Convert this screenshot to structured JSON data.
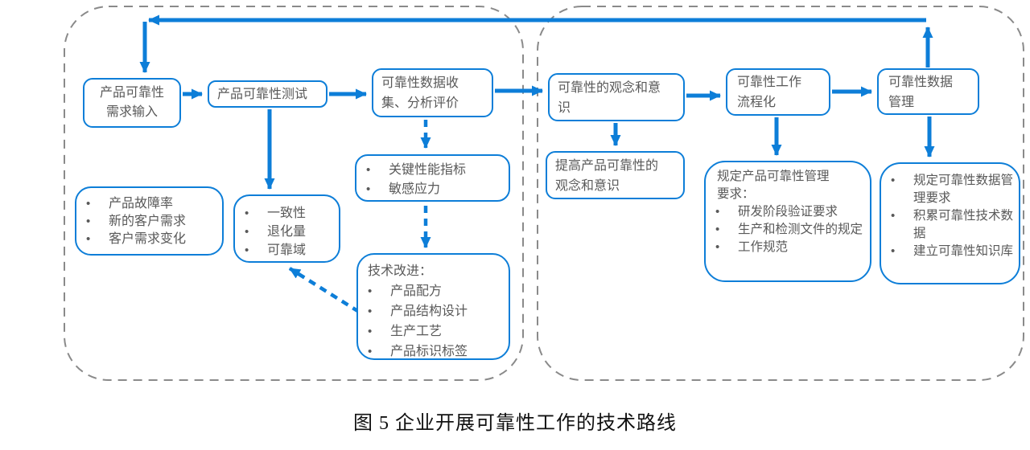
{
  "colors": {
    "accent_blue": "#0d7ed8",
    "node_text_gray": "#595959",
    "container_dash_gray": "#8a8a8a",
    "caption_black": "#111111"
  },
  "caption": "图 5 企业开展可靠性工作的技术路线",
  "nodes": {
    "req_input": {
      "lines": [
        "产品可靠性",
        "需求输入"
      ]
    },
    "test": {
      "lines": [
        "产品可靠性测试"
      ]
    },
    "data_collect": {
      "lines": [
        "可靠性数据收",
        "集、分析评价"
      ]
    },
    "awareness": {
      "lines": [
        "可靠性的观念和意",
        "识"
      ]
    },
    "workflow": {
      "lines": [
        "可靠性工作",
        "流程化"
      ]
    },
    "data_mgmt": {
      "lines": [
        "可靠性数据",
        "管理"
      ]
    },
    "inputs_detail": {
      "items": [
        "产品故障率",
        "新的客户需求",
        "客户需求变化"
      ]
    },
    "test_detail": {
      "items": [
        "一致性",
        "退化量",
        "可靠域"
      ]
    },
    "kpi_detail": {
      "items": [
        "关键性能指标",
        "敏感应力"
      ]
    },
    "improve_detail": {
      "title": "技术改进：",
      "items": [
        "产品配方",
        "产品结构设计",
        "生产工艺",
        "产品标识标签"
      ]
    },
    "awareness_detail": {
      "lines": [
        "提高产品可靠性的",
        "观念和意识"
      ]
    },
    "mgmt_detail": {
      "title_lines": [
        "规定产品可靠性管理",
        "要求："
      ],
      "items": [
        "研发阶段验证要求",
        "生产和检测文件的规定",
        "工作规范"
      ]
    },
    "data_detail": {
      "items": [
        "规定可靠性数据管理要求",
        "积累可靠性技术数据",
        "建立可靠性知识库"
      ]
    }
  }
}
